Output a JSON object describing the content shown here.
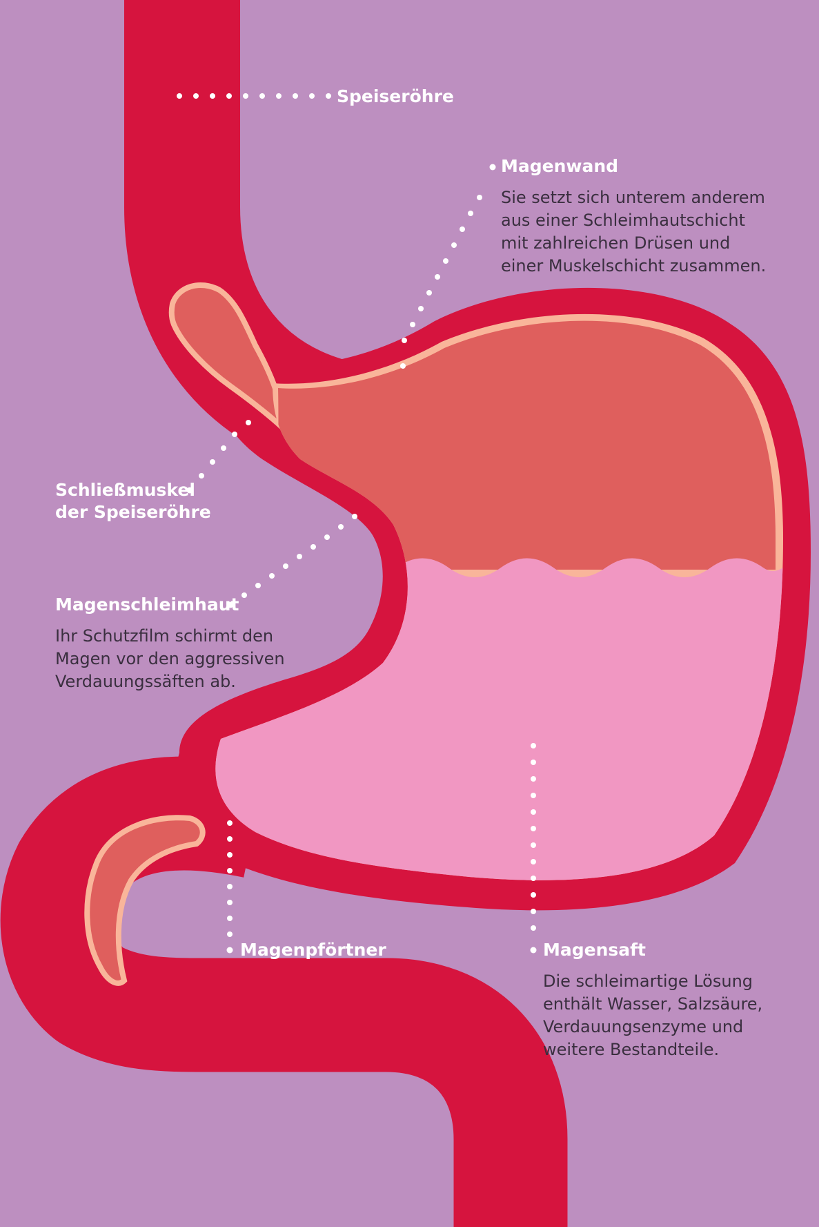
{
  "colors": {
    "background": "#bd8fc0",
    "stomach_wall": "#d6143e",
    "mucosa": "#f9b59a",
    "stomach_interior": "#df5f5d",
    "gastric_juice": "#f197c2",
    "leader_dots": "#ffffff",
    "label_text": "#ffffff",
    "description_text": "#3a2f3f"
  },
  "labels": {
    "speiseroehre": {
      "title": "Speiseröhre"
    },
    "magenwand": {
      "title": "Magenwand",
      "description": "Sie setzt sich unterem anderem aus einer Schleimhautschicht mit zahlreichen Drüsen und einer Muskelschicht zusammen."
    },
    "schliessmuskel": {
      "title_line1": "Schließmuskel",
      "title_line2": "der Speiseröhre"
    },
    "magenschleimhaut": {
      "title": "Magenschleimhaut",
      "description": "Ihr Schutzfilm schirmt den Magen vor den aggressiven Verdauungssäften ab."
    },
    "magenpfoertner": {
      "title": "Magenpförtner"
    },
    "magensaft": {
      "title": "Magensaft",
      "description": "Die schleimartige Lösung enthält Wasser, Salzsäure, Verdauungsenzyme und weitere Bestandteile."
    }
  }
}
